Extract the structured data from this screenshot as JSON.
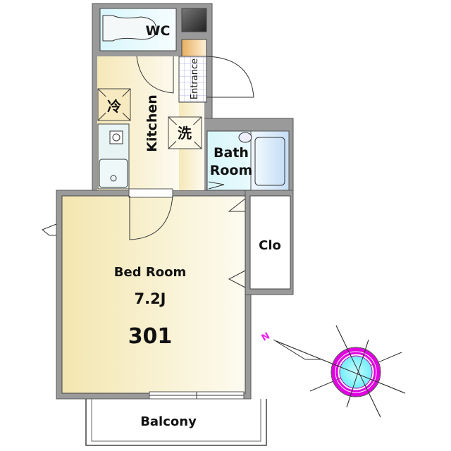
{
  "plan": {
    "unit_number": "301",
    "rooms": {
      "wc": "WC",
      "entrance": "Entrance",
      "kitchen": "Kitchen",
      "fridge": "冷",
      "washer": "洗",
      "bath_line1": "Bath",
      "bath_line2": "Room",
      "closet": "Clo",
      "bedroom": "Bed Room",
      "bedroom_size": "7.2J",
      "balcony": "Balcony"
    },
    "compass": {
      "north_label": "N"
    },
    "colors": {
      "wall": "#9a9a9a",
      "kitchen_floor": "#f7efcf",
      "bedroom_floor": "#f6efc8",
      "wet_area": "#e0f8fc",
      "compass_ring": "#e000e0",
      "compass_center": "#80f0f8"
    }
  }
}
